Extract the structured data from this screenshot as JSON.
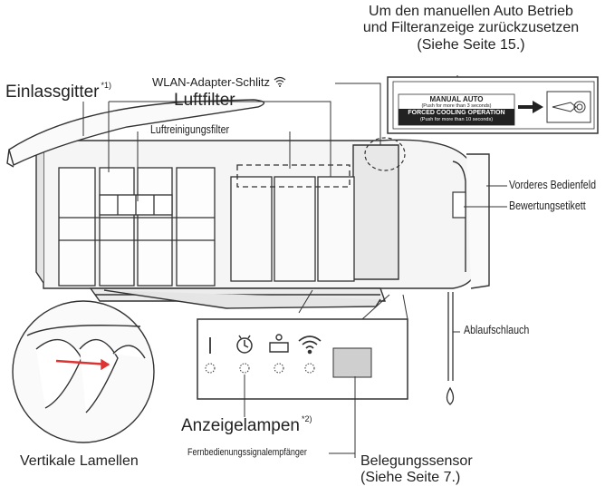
{
  "labels": {
    "manual_reset_line1": "Um den manuellen Auto Betrieb",
    "manual_reset_line2": "und Filteranzeige zurückzusetzen",
    "manual_reset_line3": "(Siehe Seite 15.)",
    "wlan_slot": "WLAN-Adapter-Schlitz",
    "inlet_grille": "Einlassgitter",
    "inlet_grille_note": "*1)",
    "air_filter": "Luftfilter",
    "air_purifying_filter": "Luftreinigungsfilter",
    "front_panel": "Vorderes Bedienfeld",
    "rating_label": "Bewertungsetikett",
    "drain_hose": "Ablaufschlauch",
    "indicator_lamps": "Anzeigelampen",
    "indicator_lamps_note": "*2)",
    "remote_receiver": "Fernbedienungssignalempfänger",
    "vertical_louvers": "Vertikale Lamellen",
    "occupancy_sensor_line1": "Belegungssensor",
    "occupancy_sensor_line2": "(Siehe Seite 7.)"
  },
  "button_panel": {
    "manual_auto": "MANUAL AUTO",
    "manual_auto_sub": "(Push for more than 3 seconds)",
    "forced_cooling": "FORCED COOLING OPERATION",
    "forced_cooling_sub": "(Push for more than 10 seconds)"
  },
  "indicator_icons": [
    "power-icon",
    "timer-icon",
    "filter-clean-icon",
    "wifi-icon"
  ],
  "colors": {
    "line": "#333333",
    "unit_fill": "#f4f4f4",
    "sensor_fill": "#cfcfcf"
  }
}
